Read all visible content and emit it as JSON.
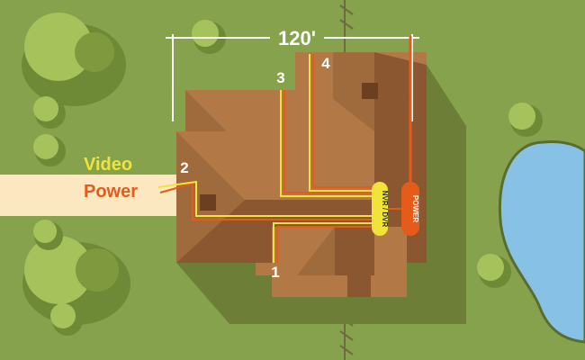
{
  "dimension_label": "120'",
  "legend": {
    "video_label": "Video",
    "power_label": "Power"
  },
  "camera_labels": [
    "1",
    "2",
    "3",
    "4"
  ],
  "devices": {
    "recorder_label": "NVR / DVR",
    "power_label": "POWER"
  },
  "colors": {
    "grass": "#86a24c",
    "tree_light": "#a6c25a",
    "tree_dark": "#7f9a3e",
    "roof": "#b27846",
    "roof_dark": "#8b5730",
    "shadow": "#6d7f37",
    "pond": "#87c2e6",
    "pond_border": "#596d2f",
    "video_wire": "#f0e43a",
    "power_wire": "#e55b1a",
    "path": "#fbe7c0",
    "white": "#ffffff"
  }
}
